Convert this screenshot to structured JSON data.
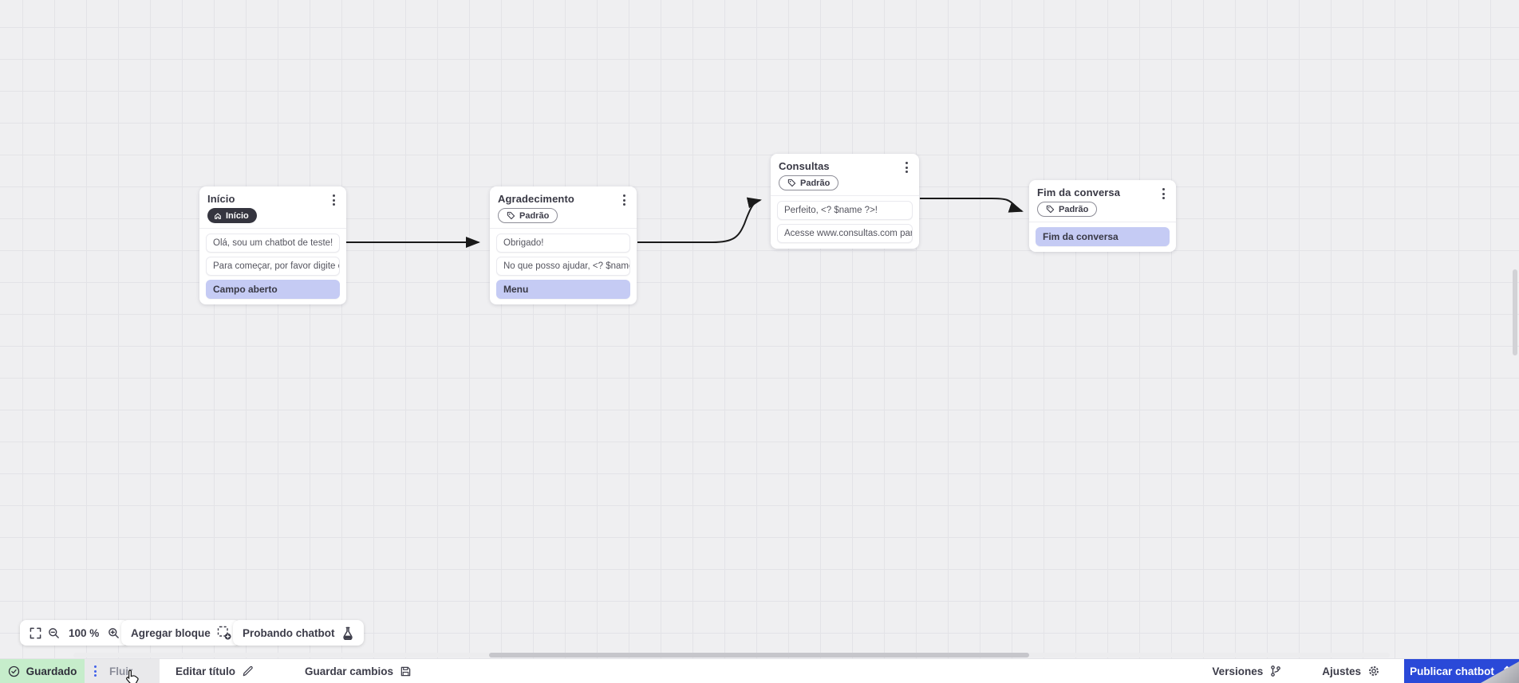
{
  "canvas": {
    "nodes": [
      {
        "title": "Início",
        "badge": "Início",
        "rows": [
          "Olá, sou um chatbot de teste!",
          "Para começar, por favor digite o ...",
          "Campo aberto"
        ]
      },
      {
        "title": "Agradecimento",
        "badge": "Padrão",
        "rows": [
          "Obrigado!",
          "No que posso ajudar, <? $name ...",
          "Menu"
        ]
      },
      {
        "title": "Consultas",
        "badge": "Padrão",
        "rows": [
          "Perfeito, <? $name ?>!",
          "Acesse www.consultas.com par..."
        ]
      },
      {
        "title": "Fim da conversa",
        "badge": "Padrão",
        "rows": [
          "Fim da conversa"
        ]
      }
    ]
  },
  "toolbar": {
    "zoom_level": "100 %",
    "add_block": "Agregar bloque",
    "test_chatbot": "Probando chatbot"
  },
  "statusbar": {
    "saved": "Guardado",
    "flow_tab": "Fluir",
    "edit_title": "Editar título",
    "save_changes": "Guardar cambios",
    "versions": "Versiones",
    "settings": "Ajustes",
    "publish": "Publicar chatbot"
  },
  "icons": {
    "node_menu": "kebab-menu-icon",
    "inicio_badge": "home-icon",
    "padrao_badge": "tag-icon",
    "fit_view": "fit-screen-icon",
    "zoom_out": "zoom-out-icon",
    "zoom_in": "zoom-in-icon",
    "add_block": "add-block-icon",
    "test_chatbot": "flask-icon",
    "saved": "check-circle-icon",
    "flow_menu": "kebab-menu-icon",
    "edit_title": "pencil-icon",
    "save_changes": "floppy-icon",
    "versions": "git-branch-icon",
    "settings": "gear-icon",
    "publish": "upload-icon"
  },
  "colors": {
    "publish_blue": "#2a49d8",
    "saved_green": "#c6edcb",
    "highlight_purple": "#c5cbf4",
    "arrow_black": "#1a1a1a",
    "canvas_bg": "#efeff1"
  }
}
